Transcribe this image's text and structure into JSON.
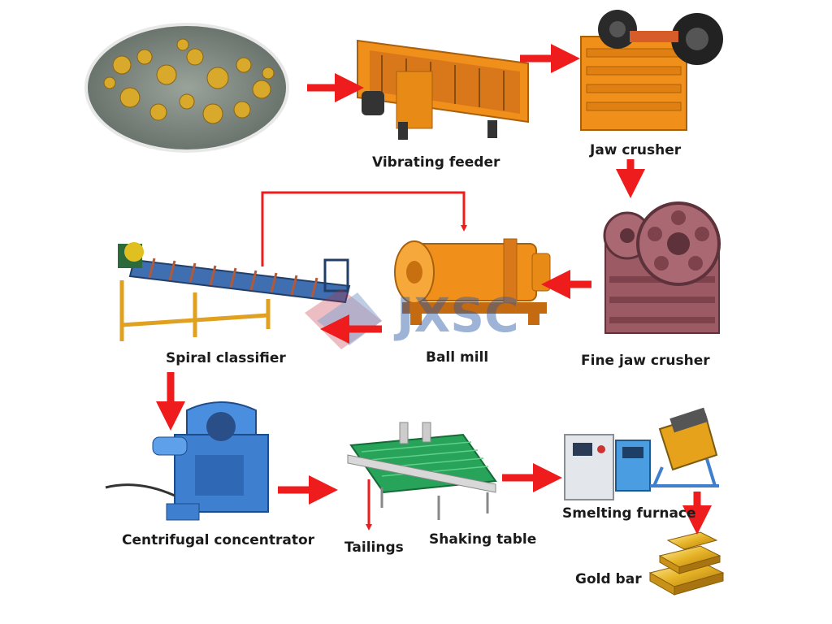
{
  "diagram": {
    "labels": {
      "vibrating_feeder": "Vibrating feeder",
      "jaw_crusher": "Jaw crusher",
      "fine_jaw_crusher": "Fine jaw crusher",
      "ball_mill": "Ball mill",
      "spiral_classifier": "Spiral classifier",
      "centrifugal_concentrator": "Centrifugal concentrator",
      "tailings": "Tailings",
      "shaking_table": "Shaking table",
      "smelting_furnace": "Smelting furnace",
      "gold_bar": "Gold bar"
    },
    "watermark": "JXSC",
    "colors": {
      "arrow": "#ee1c1c",
      "orange_machine": "#f0901a",
      "fine_crusher": "#9b5a64",
      "blue_machine": "#3f7fd0",
      "shaking_table": "#27a35a",
      "gold": "#e6b325",
      "watermark": "#2b5aa8"
    }
  }
}
